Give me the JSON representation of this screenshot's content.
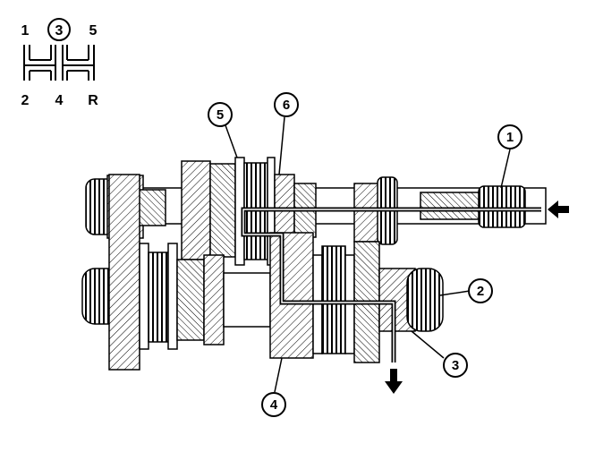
{
  "shift_pattern": {
    "top": [
      "1",
      "3",
      "5"
    ],
    "bottom": [
      "2",
      "4",
      "R"
    ],
    "selected": "3"
  },
  "callouts": [
    "1",
    "2",
    "3",
    "4",
    "5",
    "6"
  ],
  "icons": {
    "input_arrow": "arrow-left-icon",
    "output_arrow": "arrow-down-icon"
  }
}
